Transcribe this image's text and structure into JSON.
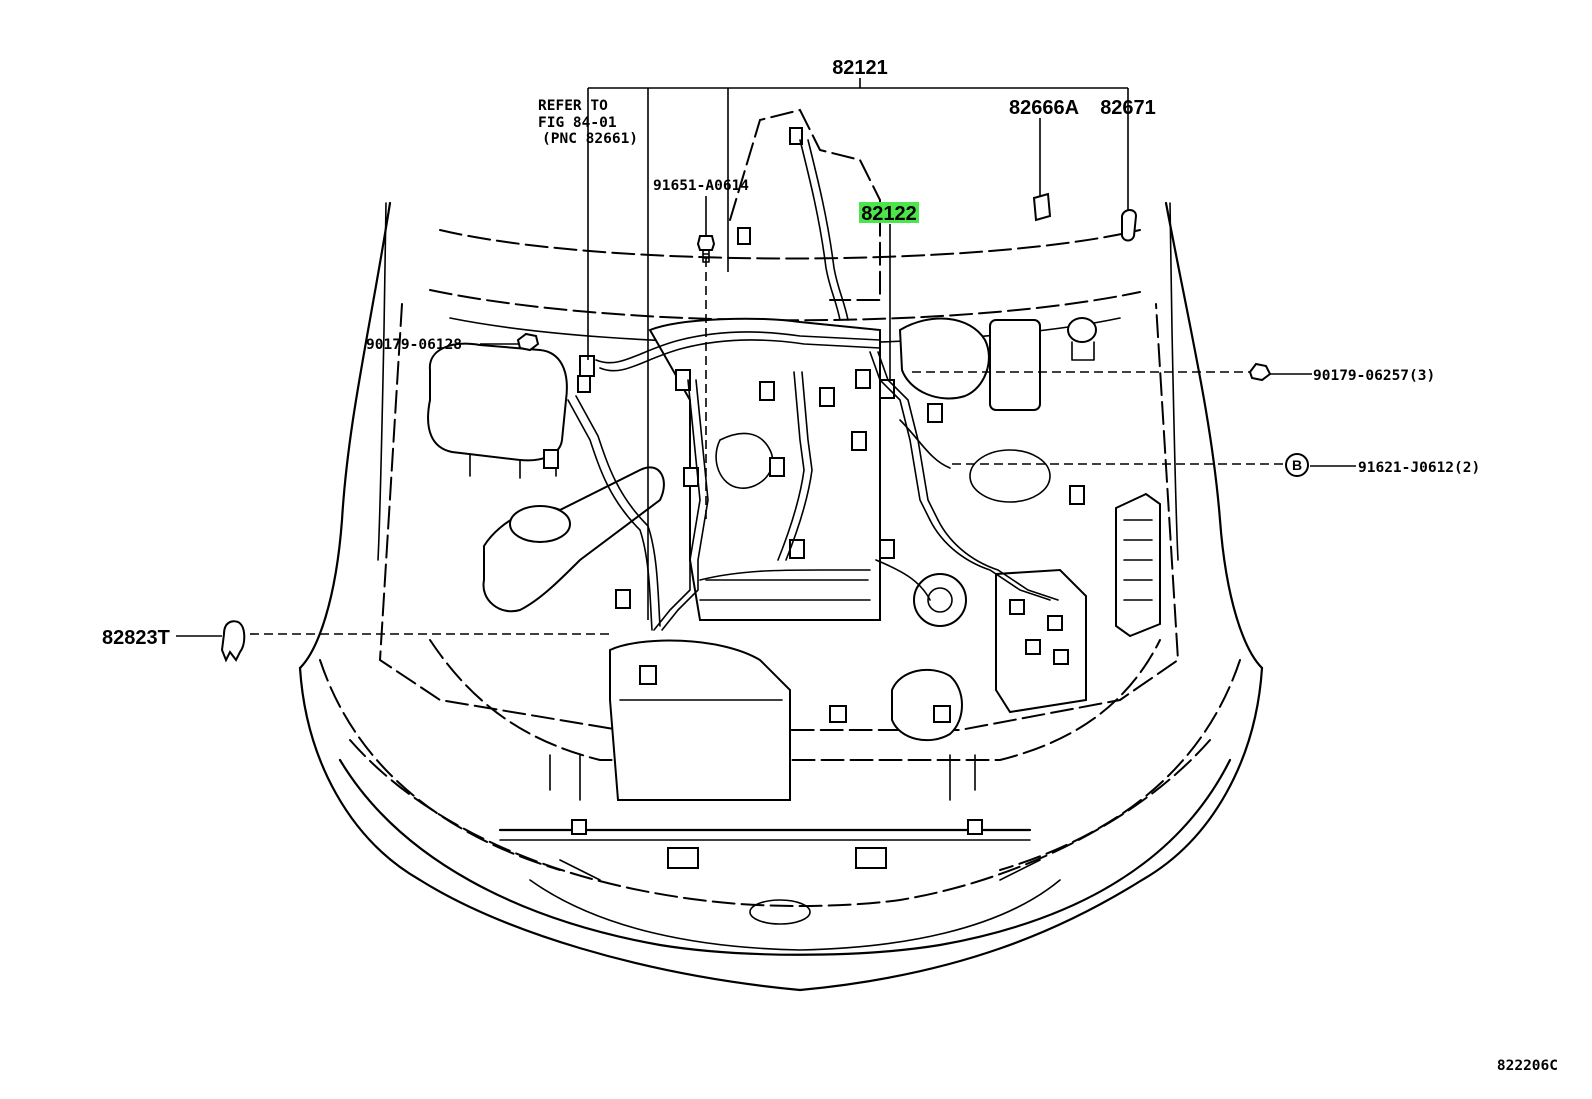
{
  "callouts": {
    "c82121": "82121",
    "c82122": "82122",
    "c82666a": "82666A",
    "c82671": "82671",
    "c91651": "91651-A0614",
    "c90179_06128": "90179-06128",
    "c90179_06257": "90179-06257(3)",
    "c91621": "91621-J0612(2)",
    "c82823t": "82823T"
  },
  "refer": {
    "line1": "REFER TO",
    "line2": "FIG 84-01",
    "line3": "(PNC 82661)"
  },
  "ref_marker": "B",
  "figure_code": "822206C",
  "colors": {
    "highlight": "#4ce64c",
    "ink": "#000000",
    "paper": "#ffffff"
  }
}
